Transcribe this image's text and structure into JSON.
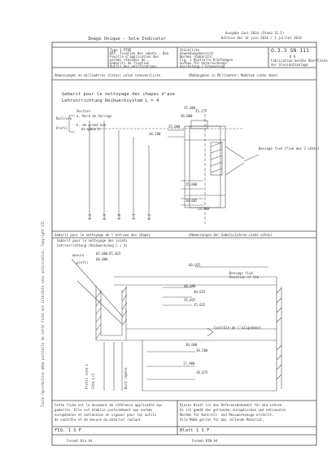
{
  "header": {
    "top_right_1": "Ausgabe Juni 2014 (Stand 31.1)",
    "top_right_2": "Edition des 14 juin 2014 / 1 juillet 2014",
    "top_center": "Image Unique - Sole Indicator",
    "left_col": [
      "Type 1 PTHE",
      "Réf. fixation des sabots - Bau",
      "Feuille d'application des",
      "normes rénovées de...",
      "Gabarits de fixation",
      "Outils des vérifications"
    ],
    "mid_col": [
      "Stückliste",
      "Anwendungsbereich",
      "Normes (Gabarits)",
      "Fig. 1 Kontrolle Kraftwagen",
      "Aufbau für Untersuchungs-",
      "Ausrüstung / Erneuerung"
    ],
    "right_col": [
      "O.3.3 SN 111",
      "6 A",
      "Fabrication Geräte Oberfläche",
      "der Gleisnutzanlage"
    ]
  },
  "note_row": {
    "left": "Abmessungen en millimètres (Cotes) selon canevas/Liste",
    "right": "(Maßangaben in Millimeter; Maßstab siehe oben)"
  },
  "upper": {
    "title_1": "Gabarit pour le nettoyage des chapes d'axe",
    "title_2": "Lehrvorrichtung Reibwerksystem L = 4",
    "rail_label": "Rail/ure",
    "profile_label": "Profil",
    "labels": [
      "Section",
      "a. Bord de Serrage",
      "b. de grand ave",
      "de gabarit"
    ],
    "dims": [
      "35,000",
      "35,275",
      "30,000",
      "35,000",
      "30,100",
      "25,000",
      "30,005",
      "24,900"
    ],
    "callout": "Bossage fixé (fixé des 2 côtés)",
    "vert_dims": [
      "1.2",
      "2.0",
      "1.8",
      "1.1",
      "0.2"
    ]
  },
  "lower": {
    "title_1": "Gabarit pour le nettoyage de l'entraxe des chapes",
    "title_2": "Gabarit pour le nettoyage des joints",
    "title_3": "Lehrvorrichtung (Reibwerkzeug L = 4)",
    "right_title": "(Abmessungen der Gabeln/Lehren siehe unten)",
    "mesure_label": "mesure",
    "profil_label": "profil",
    "dims": [
      "65,000",
      "65,025",
      "60,000",
      "60,025",
      "40,000",
      "40,025",
      "35,025",
      "35,025",
      "30,000",
      "30,500",
      "17,900",
      "18,075"
    ],
    "callout_1": "Bossage fixé",
    "callout_2": "Position of the",
    "note": "Contrôle de l'alignement",
    "vert_labels": [
      "Profil cote L",
      "Côte L/2",
      "Bord repère"
    ]
  },
  "footer": {
    "left_text": [
      "Cette fiche est le document de référence applicable aux",
      "gabarits. Elle est établie conformément aux normes",
      "européennes et nationales en vigueur pour les outils",
      "de contrôle et de mesure du matériel roulant."
    ],
    "right_text": [
      "Dieses Blatt ist das Referenzdokument für die Lehren.",
      "Es ist gemäß den geltenden europäischen und nationalen",
      "Normen für Kontroll- und Messwerkzeuge erstellt.",
      "Alle Maße gelten für das rollende Material."
    ],
    "page_left": "FIQ. 1 S F",
    "page_right": "Blatt 1 S F",
    "format_left": "Format Din A4",
    "format_right": "Format DIN A4"
  },
  "side_margin": "Toute reproduction même partielle de cette fiche est interdite sans autorisation. Copyright UIC."
}
